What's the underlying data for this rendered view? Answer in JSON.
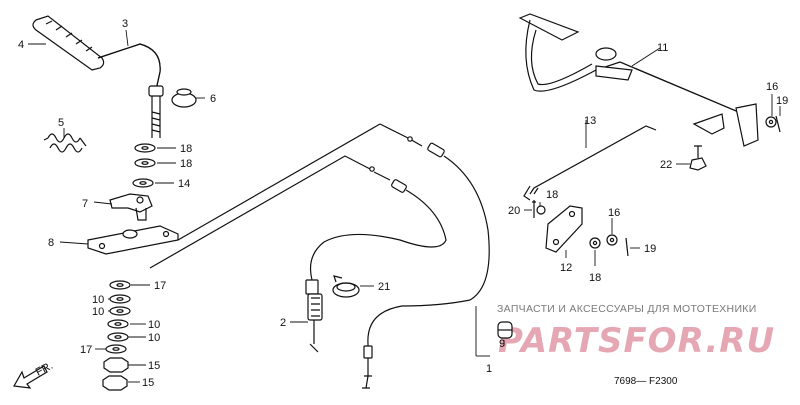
{
  "labels": {
    "p1": "1",
    "p2": "2",
    "p3": "3",
    "p4": "4",
    "p5": "5",
    "p6": "6",
    "p7": "7",
    "p8": "8",
    "p9": "9",
    "p10a": "10",
    "p10b": "10",
    "p10c": "10",
    "p10d": "10",
    "p11": "11",
    "p12": "12",
    "p13": "13",
    "p14": "14",
    "p15a": "15",
    "p15b": "15",
    "p16a": "16",
    "p16b": "16",
    "p17a": "17",
    "p17b": "17",
    "p18a": "18",
    "p18b": "18",
    "p18c": "18",
    "p18d": "18",
    "p19a": "19",
    "p19b": "19",
    "p20": "20",
    "p21": "21",
    "p22": "22"
  },
  "direction": "FR.",
  "diagram_code": "7698— F2300",
  "watermark": {
    "caption": "ЗАПЧАСТИ И АКСЕССУАРЫ ДЛЯ МОТОТЕХНИКИ",
    "logo": "PARTSFOR.RU"
  }
}
